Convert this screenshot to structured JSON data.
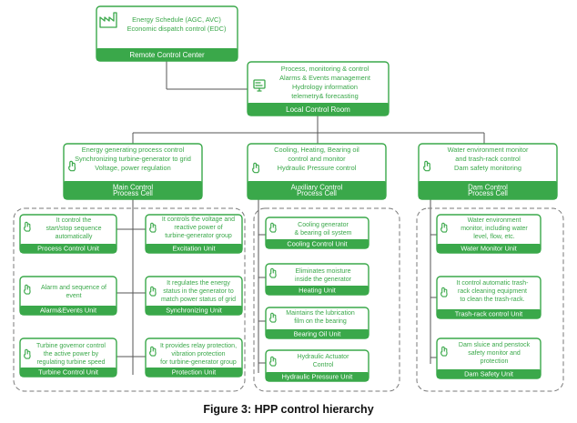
{
  "colors": {
    "accent": "#3aa84a",
    "band_text": "#ffffff",
    "connector": "#555555",
    "dashed_frame": "#7a7a7a"
  },
  "caption": "Figure 3: HPP control hierarchy",
  "nodes": {
    "remote": {
      "lines": [
        "Energy Schedule (AGC, AVC)",
        "Economic dispatch control (EDC)"
      ],
      "label": "Remote Control Center",
      "icon": "factory-icon"
    },
    "local": {
      "lines": [
        "Process, monitoring & control",
        "Alarms & Events management",
        "Hydrology information",
        "telemetry& forecasting"
      ],
      "label": "Local Control Room",
      "icon": "monitor-icon"
    },
    "main": {
      "lines": [
        "Energy generating process control",
        "Synchronizing turbine-generator to grid",
        "Voltage, power regulation"
      ],
      "label": [
        "Main Control",
        "Process Cell"
      ],
      "icon": "hand-icon"
    },
    "aux": {
      "lines": [
        "Cooling, Heating, Bearing oil",
        "control and monitor",
        "Hydraulic Pressure control"
      ],
      "label": [
        "Auxiliary Control",
        "Process Cell"
      ],
      "icon": "hand-icon"
    },
    "dam": {
      "lines": [
        "Water environment  monitor",
        "and trash-rack control",
        "Dam safety monitoring"
      ],
      "label": [
        "Dam Control",
        "Process Cell"
      ],
      "icon": "hand-icon"
    }
  },
  "units": {
    "process": {
      "lines": [
        "It control the",
        "start/stop sequence",
        "automatically"
      ],
      "label": "Process Control Unit",
      "icon": "hand-icon"
    },
    "excitation": {
      "lines": [
        "It controls the voltage and",
        "reactive power of",
        "turbine-generator group"
      ],
      "label": "Excitation Unit",
      "icon": "hand-icon"
    },
    "alarm": {
      "lines": [
        "Alarm and sequence of",
        "event"
      ],
      "label": "Alarm&Events Unit",
      "icon": "hand-icon"
    },
    "synchronizing": {
      "lines": [
        "It regulates the energy",
        "status in the generator to",
        "match power status of grid"
      ],
      "label": "Synchronizing Unit",
      "icon": "hand-icon"
    },
    "turbine": {
      "lines": [
        "Turbine governor control",
        "the active power by",
        "regulating turbine speed"
      ],
      "label": "Turbine Control Unit",
      "icon": "hand-icon"
    },
    "protection": {
      "lines": [
        "It provides relay protection,",
        "vibration protection",
        "for turbine-generator group"
      ],
      "label": "Protection Unit",
      "icon": "hand-icon"
    },
    "cooling": {
      "lines": [
        "Cooling generator",
        "& bearing oil system"
      ],
      "label": "Cooling Control Unit",
      "icon": "hand-icon"
    },
    "heating": {
      "lines": [
        "Eliminates moisture",
        "inside the generator"
      ],
      "label": "Heating Unit",
      "icon": "hand-icon"
    },
    "bearing": {
      "lines": [
        "Maintains the lubrication",
        "film on the bearing"
      ],
      "label": "Bearing Oil Unit",
      "icon": "hand-icon"
    },
    "hydraulic": {
      "lines": [
        "Hydraulic Actuator",
        "Control"
      ],
      "label": "Hydraulic Pressure Unit",
      "icon": "hand-icon"
    },
    "water_monitor": {
      "lines": [
        "Water environment",
        "monitor, including water",
        "level, flow, etc."
      ],
      "label": "Water Monitor Unit",
      "icon": "hand-icon"
    },
    "trashrack": {
      "lines": [
        "It control automatic trash-",
        "rack cleaning equipment",
        "to clean the trash-rack."
      ],
      "label": "Trash-rack control Unit",
      "icon": "hand-icon"
    },
    "dam_safety": {
      "lines": [
        "Dam sluice and  penstock",
        "safety monitor and",
        "protection"
      ],
      "label": "Dam Safety Unit",
      "icon": "hand-icon"
    }
  }
}
